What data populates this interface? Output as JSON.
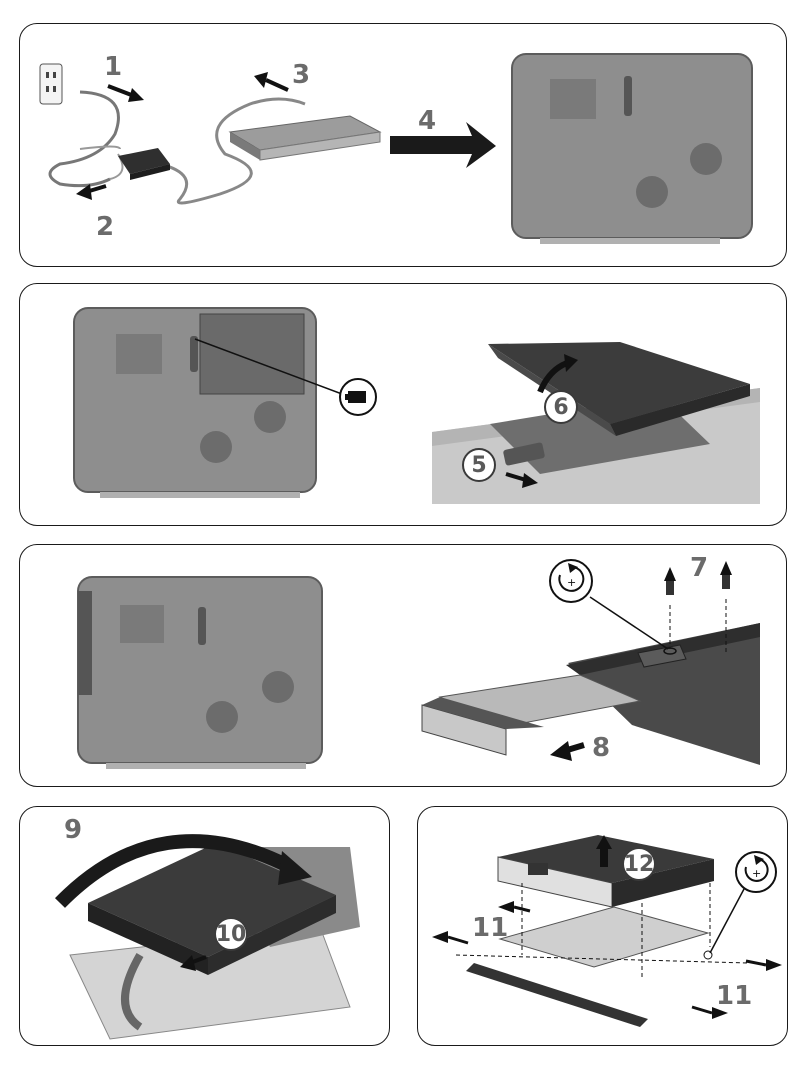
{
  "colors": {
    "laptop_fill": "#8d8d8d",
    "laptop_edge": "#5f5f5f",
    "dark_part": "#3a3a3a",
    "step_text": "#6b6b6b",
    "arrow": "#1a1a1a"
  },
  "panels": [
    {
      "steps": [
        "1",
        "2",
        "3",
        "4"
      ]
    },
    {
      "steps": [
        "5",
        "6"
      ],
      "icons": [
        "battery-icon"
      ]
    },
    {
      "steps": [
        "7",
        "8"
      ],
      "icons": [
        "screw-rotate-icon"
      ]
    },
    {
      "steps": [
        "9",
        "10"
      ]
    },
    {
      "steps": [
        "11",
        "11",
        "12"
      ],
      "icons": [
        "screw-rotate-icon"
      ]
    }
  ]
}
